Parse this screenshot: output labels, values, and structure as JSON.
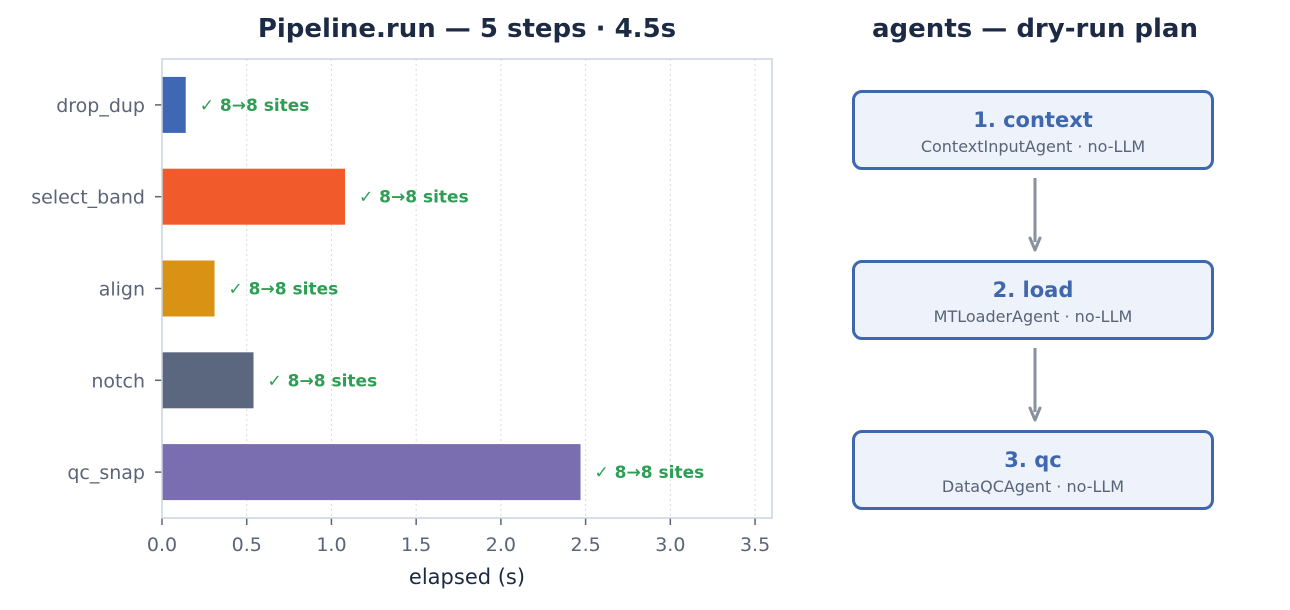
{
  "chart_data": {
    "type": "bar",
    "orientation": "horizontal",
    "title": "Pipeline.run — 5 steps · 4.5s",
    "xlabel": "elapsed (s)",
    "ylabel": "",
    "categories": [
      "drop_dup",
      "select_band",
      "align",
      "notch",
      "qc_snap"
    ],
    "values": [
      0.14,
      1.08,
      0.31,
      0.54,
      2.47
    ],
    "colors": [
      "#3f67b3",
      "#f15a2a",
      "#d99214",
      "#5b667f",
      "#7a6eb0"
    ],
    "data_labels": [
      "✓ 8→8 sites",
      "✓ 8→8 sites",
      "✓ 8→8 sites",
      "✓ 8→8 sites",
      "✓ 8→8 sites"
    ],
    "data_label_color": "#2e9e55",
    "xlim": [
      0,
      3.6
    ],
    "xticks": [
      "0.0",
      "0.5",
      "1.0",
      "1.5",
      "2.0",
      "2.5",
      "3.0",
      "3.5"
    ],
    "grid": "vertical dotted",
    "legend": "none"
  },
  "plan": {
    "title": "agents — dry-run plan",
    "steps": [
      {
        "title": "1. context",
        "subtitle": "ContextInputAgent · no-LLM"
      },
      {
        "title": "2. load",
        "subtitle": "MTLoaderAgent · no-LLM"
      },
      {
        "title": "3. qc",
        "subtitle": "DataQCAgent · no-LLM"
      }
    ],
    "box_border_color": "#3f67ad",
    "box_fill_color": "#edf2fb",
    "arrow_color": "#8a919e"
  }
}
